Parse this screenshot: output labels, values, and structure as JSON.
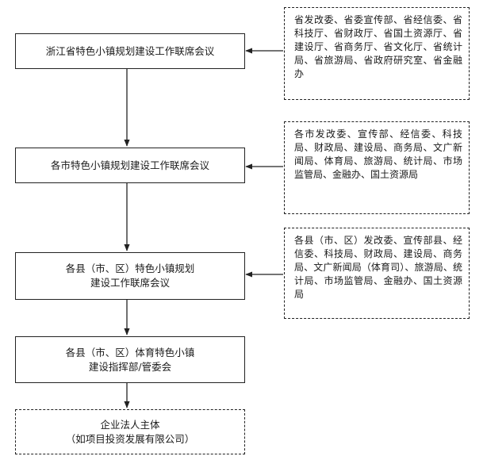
{
  "nodes": [
    {
      "id": "province-meeting",
      "lines": [
        "浙江省特色小镇规划建设工作联席会议"
      ]
    },
    {
      "id": "city-meeting",
      "lines": [
        "各市特色小镇规划建设工作联席会议"
      ]
    },
    {
      "id": "county-meeting",
      "lines": [
        "各县（市、区）特色小镇规划",
        "建设工作联席会议"
      ]
    },
    {
      "id": "county-command",
      "lines": [
        "各县（市、区）体育特色小镇",
        "建设指挥部/管委会"
      ]
    },
    {
      "id": "enterprise",
      "lines": [
        "企业法人主体",
        "（如项目投资发展有限公司）"
      ]
    }
  ],
  "notes": [
    {
      "id": "province-members",
      "text": "省发改委、省委宣传部、省经信委、省科技厅、省财政厅、省国土资源厅、省建设厅、省商务厅、省文化厅、省统计局、省旅游局、省政府研究室、省金融办"
    },
    {
      "id": "city-members",
      "text": "各市发改委、宣传部、经信委、科技局、财政局、建设局、商务局、文广新闻局、体育局、旅游局、统计局、市场监管局、金融办、国土资源局"
    },
    {
      "id": "county-members",
      "text": "各县（市、区）发改委、宣传部县、经信委、科技局、财政局、建设局、商务局、文广新闻局（体育司）、旅游局、统计局、市场监管局、金融办、国土资源局"
    }
  ],
  "colors": {
    "line": "#222222",
    "text": "#1a1a1a",
    "background": "#ffffff"
  }
}
